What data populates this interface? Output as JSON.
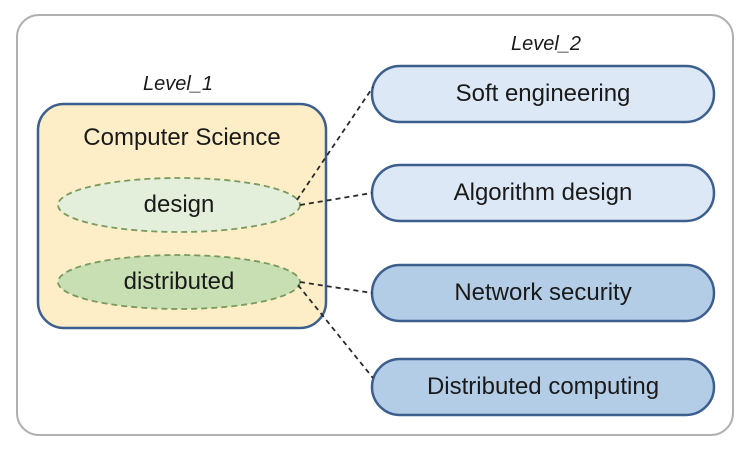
{
  "level1": {
    "label": "Level_1",
    "title": "Computer Science",
    "terms": [
      "design",
      "distributed"
    ]
  },
  "level2": {
    "label": "Level_2",
    "items": [
      "Soft engineering",
      "Algorithm design",
      "Network security",
      "Distributed computing"
    ]
  },
  "colors": {
    "frame_border": "#b0b0b0",
    "level1_fill": "#fdeec7",
    "level1_border": "#3d5f8e",
    "term_design_fill": "#e4efdb",
    "term_distributed_fill": "#c7dfb3",
    "term_border": "#7a9a5e",
    "level2_light_fill": "#dce8f5",
    "level2_dark_fill": "#b4cde7",
    "level2_border": "#3d5f8e",
    "connector": "#2a2a2a"
  }
}
